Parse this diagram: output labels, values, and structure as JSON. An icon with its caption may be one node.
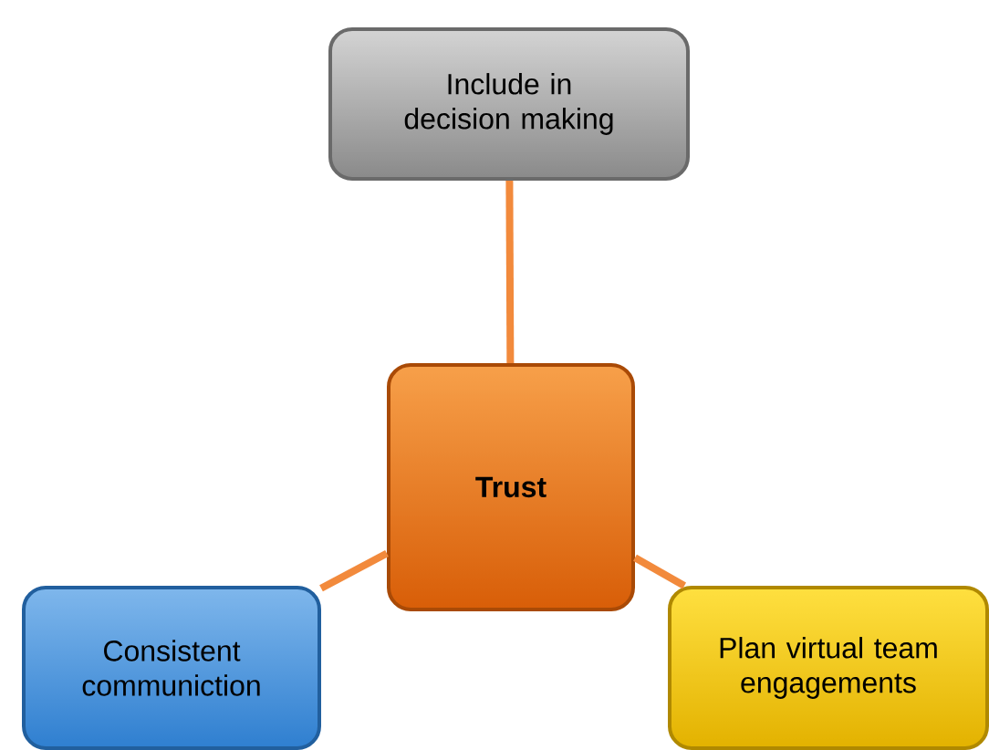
{
  "diagram": {
    "nodes": [
      {
        "text": [
          "**Trust**"
        ]
      },
      {
        "text": [
          "Include in decision making"
        ]
      },
      {
        "text": [
          "Consistent communiction"
        ]
      },
      {
        "text": [
          "Plan virtual team engagements"
        ]
      }
    ],
    "edges": [
      {
        "from": 0,
        "to": 1,
        "arrow": "none"
      },
      {
        "from": 0,
        "to": 2,
        "arrow": "none"
      },
      {
        "from": 0,
        "to": 3,
        "arrow": "none"
      }
    ]
  }
}
